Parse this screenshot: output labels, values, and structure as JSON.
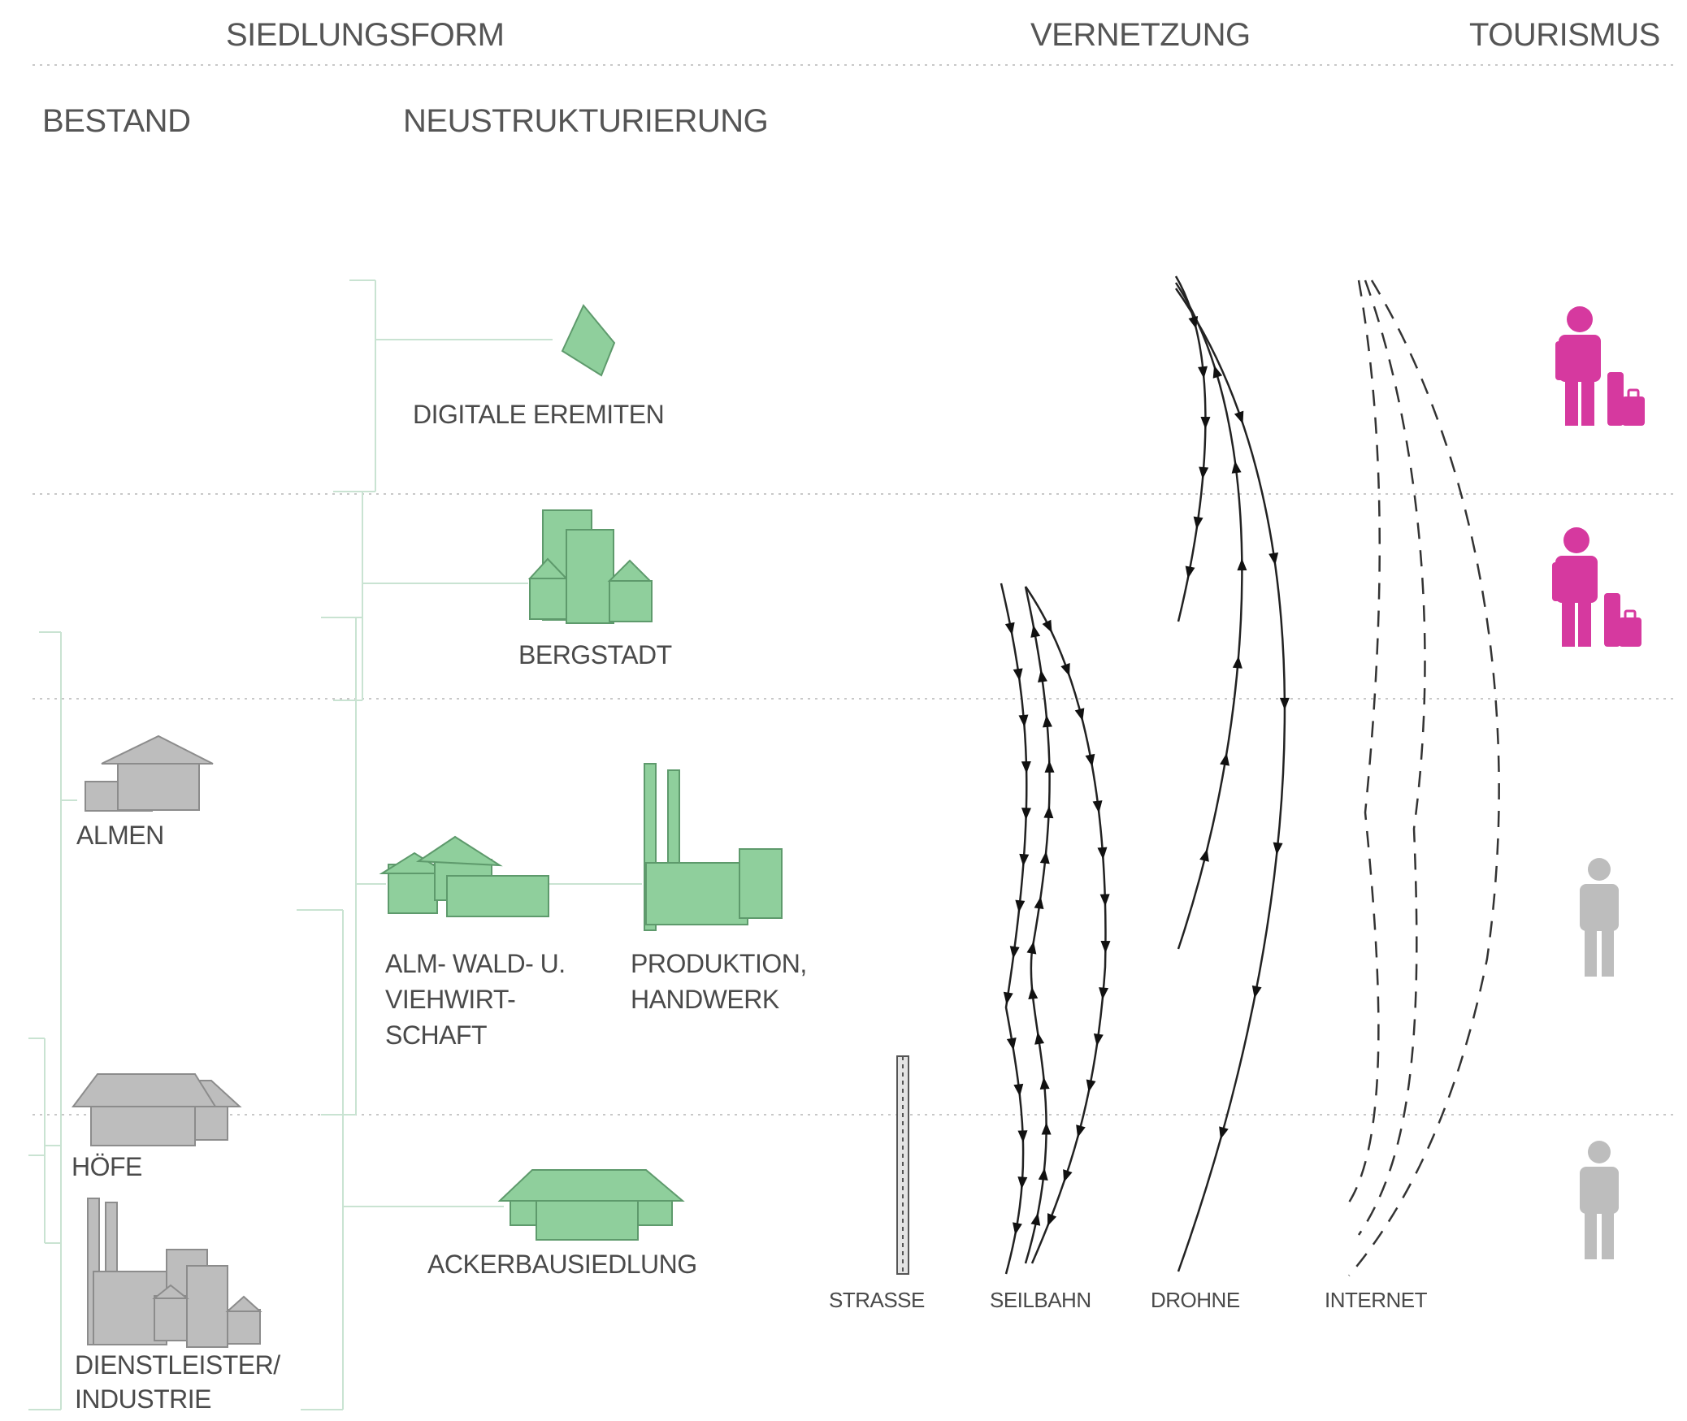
{
  "headers": {
    "siedlungsform": "SIEDLUNGSFORM",
    "vernetzung": "VERNETZUNG",
    "tourismus": "TOURISMUS",
    "bestand": "BESTAND",
    "neustrukturierung": "NEUSTRUKTURIERUNG"
  },
  "bestand": {
    "almen": "ALMEN",
    "hoefe": "HÖFE",
    "dienstleister_line1": "DIENSTLEISTER/",
    "dienstleister_line2": "INDUSTRIE"
  },
  "neustrukturierung": {
    "digitale_eremiten": "DIGITALE EREMITEN",
    "bergstadt": "BERGSTADT",
    "alm_line1": "ALM- WALD- U.",
    "alm_line2": "VIEHWIRT-",
    "alm_line3": "SCHAFT",
    "produktion_line1": "PRODUKTION,",
    "produktion_line2": "HANDWERK",
    "ackerbau": "ACKERBAUSIEDLUNG"
  },
  "vernetzung": {
    "strasse": "STRASSE",
    "seilbahn": "SEILBAHN",
    "drohne": "DROHNE",
    "internet": "INTERNET"
  },
  "colors": {
    "green_fill": "#8fcf9c",
    "green_stroke": "#5e9a6c",
    "grey_fill": "#bdbdbd",
    "grey_stroke": "#8c8c8c",
    "magenta": "#d6399f",
    "tree_line": "#c9e3d2",
    "dotted_line": "#c8c8c8"
  }
}
